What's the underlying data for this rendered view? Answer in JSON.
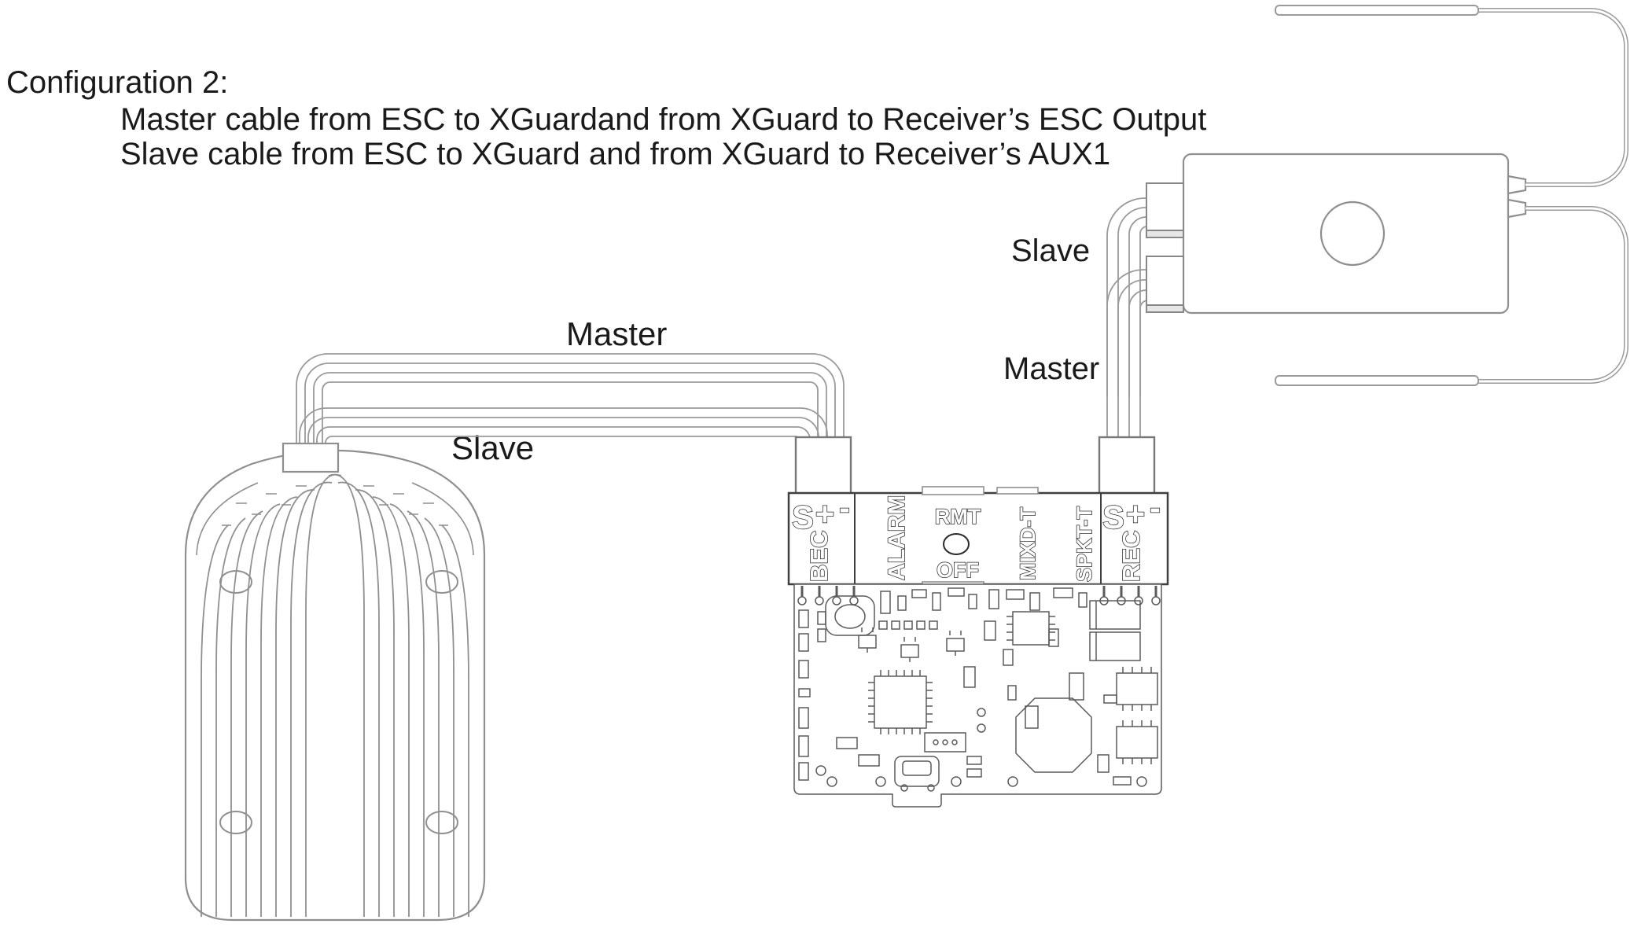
{
  "header": {
    "title": "Configuration 2:",
    "lines": [
      "Master cable from ESC to XGuardand from XGuard to Receiver’s ESC Output",
      "Slave cable from ESC to XGuard and from XGuard to Receiver’s AUX1"
    ]
  },
  "cable_labels": {
    "esc_to_xguard_master": "Master",
    "esc_to_xguard_slave": "Slave",
    "xguard_to_receiver_slave": "Slave",
    "xguard_to_receiver_master": "Master"
  },
  "xguard": {
    "left_port": {
      "pins": [
        "S",
        "+",
        "-"
      ],
      "name": "BEC"
    },
    "right_port": {
      "pins": [
        "S",
        "+",
        "-"
      ],
      "name": "REC"
    },
    "mid_ports": {
      "alarm": "ALARM",
      "rmt": "RMT",
      "off": "OFF",
      "mixd": "MIXD-T",
      "spkt": "SPKT-T"
    }
  },
  "colors": {
    "ink": "#1a1a1a",
    "wire_line": "#9a9a9a",
    "device_line": "#8f8f8f",
    "strip_line": "#3f3f3f",
    "pcb_line": "#5a5a5a"
  }
}
